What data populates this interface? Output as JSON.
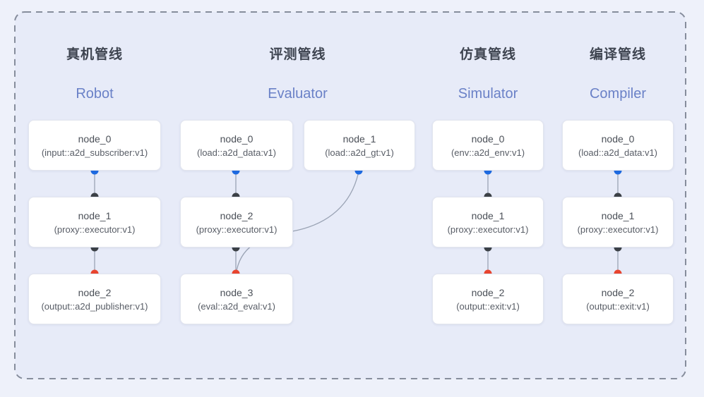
{
  "colors": {
    "page_bg": "#eef1fa",
    "panel_bg": "#e7ebf8",
    "dashed_border": "#868d9c",
    "card_bg": "#ffffff",
    "card_border": "#e2e5ee",
    "title_text": "#3e4450",
    "subtitle_text": "#6a81c7",
    "node_name_text": "#4b5058",
    "node_impl_text": "#585d66",
    "edge": "#9aa3b4",
    "port_input": "#1e6be2",
    "port_mid": "#3c4147",
    "port_output": "#e8452f"
  },
  "pipelines": [
    {
      "title_zh": "真机管线",
      "title_en": "Robot",
      "nodes": [
        {
          "name": "node_0",
          "impl": "(input::a2d_subscriber:v1)"
        },
        {
          "name": "node_1",
          "impl": "(proxy::executor:v1)"
        },
        {
          "name": "node_2",
          "impl": "(output::a2d_publisher:v1)"
        }
      ],
      "connections": [
        [
          "node_0",
          "node_1"
        ],
        [
          "node_1",
          "node_2"
        ]
      ]
    },
    {
      "title_zh": "评测管线",
      "title_en": "Evaluator",
      "nodes": [
        {
          "name": "node_0",
          "impl": "(load::a2d_data:v1)"
        },
        {
          "name": "node_1",
          "impl": "(load::a2d_gt:v1)"
        },
        {
          "name": "node_2",
          "impl": "(proxy::executor:v1)"
        },
        {
          "name": "node_3",
          "impl": "(eval::a2d_eval:v1)"
        }
      ],
      "connections": [
        [
          "node_0",
          "node_2"
        ],
        [
          "node_2",
          "node_3"
        ],
        [
          "node_1",
          "node_3"
        ]
      ]
    },
    {
      "title_zh": "仿真管线",
      "title_en": "Simulator",
      "nodes": [
        {
          "name": "node_0",
          "impl": "(env::a2d_env:v1)"
        },
        {
          "name": "node_1",
          "impl": "(proxy::executor:v1)"
        },
        {
          "name": "node_2",
          "impl": "(output::exit:v1)"
        }
      ],
      "connections": [
        [
          "node_0",
          "node_1"
        ],
        [
          "node_1",
          "node_2"
        ]
      ]
    },
    {
      "title_zh": "编译管线",
      "title_en": "Compiler",
      "nodes": [
        {
          "name": "node_0",
          "impl": "(load::a2d_data:v1)"
        },
        {
          "name": "node_1",
          "impl": "(proxy::executor:v1)"
        },
        {
          "name": "node_2",
          "impl": "(output::exit:v1)"
        }
      ],
      "connections": [
        [
          "node_0",
          "node_1"
        ],
        [
          "node_1",
          "node_2"
        ]
      ]
    }
  ]
}
